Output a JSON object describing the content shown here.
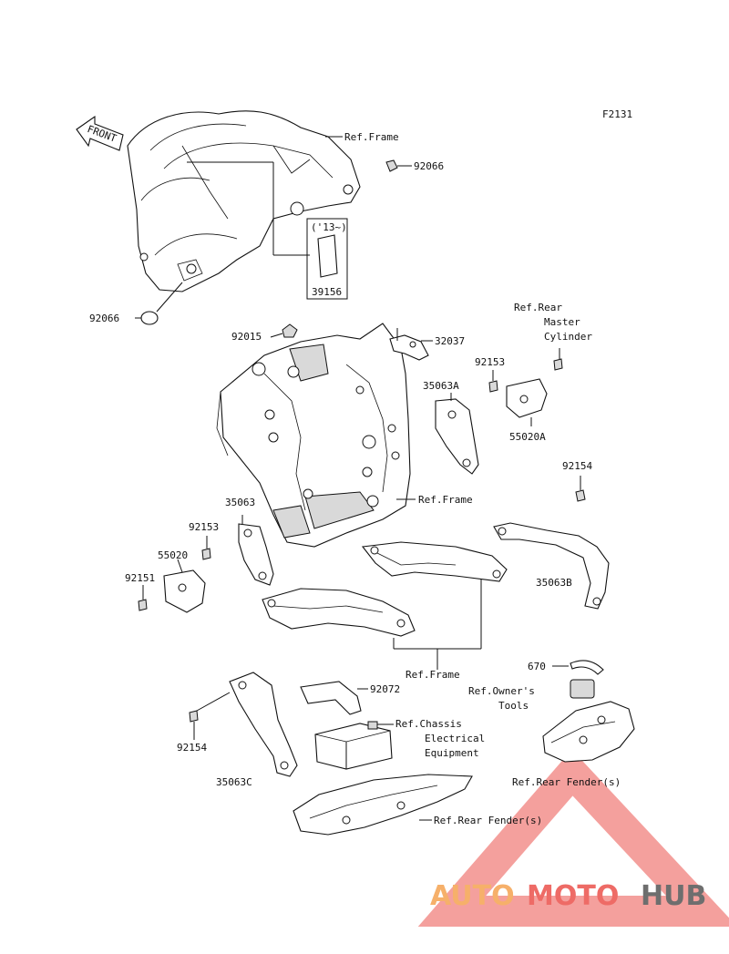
{
  "diagram_code": "F2131",
  "front_arrow": "FRONT",
  "parts": {
    "p92066a": "92066",
    "p92066b": "92066",
    "year": "('13~)",
    "p39156": "39156",
    "p92015": "92015",
    "p32037": "32037",
    "p92153a": "92153",
    "p35063A": "35063A",
    "p55020A": "55020A",
    "p92154a": "92154",
    "p35063": "35063",
    "p92153b": "92153",
    "p55020": "55020",
    "p92151": "92151",
    "p35063B": "35063B",
    "p670": "670",
    "p92072": "92072",
    "p92154b": "92154",
    "p35063C": "35063C"
  },
  "refs": {
    "frame_top": "Ref.Frame",
    "frame_mid": "Ref.Frame",
    "frame_low": "Ref.Frame",
    "rear_master_1": "Ref.Rear",
    "rear_master_2": "Master",
    "rear_master_3": "Cylinder",
    "owners_tools_1": "Ref.Owner's",
    "owners_tools_2": "Tools",
    "chassis_1": "Ref.Chassis",
    "chassis_2": "Electrical",
    "chassis_3": "Equipment",
    "rear_fender_1": "Ref.Rear Fender(s)",
    "rear_fender_2": "Ref.Rear Fender(s)"
  },
  "watermark": {
    "part1": "AUTO",
    "part2": "MOTO",
    "part3": "HUB",
    "color_orange": "#f6b06a",
    "color_red": "#ee6b66",
    "color_grey": "#6e6e6e"
  }
}
